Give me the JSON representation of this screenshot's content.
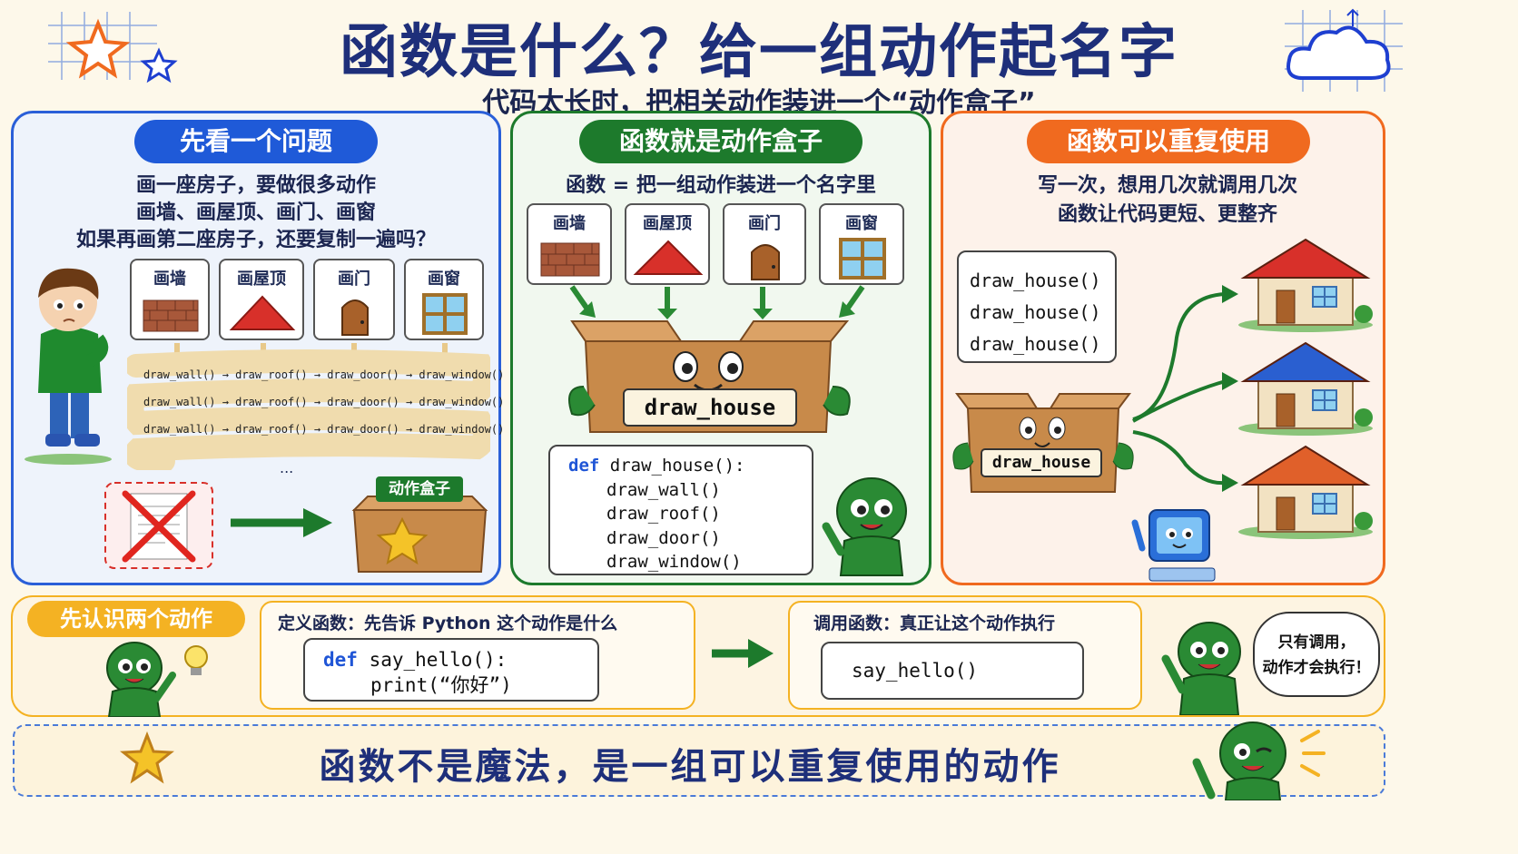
{
  "title": "函数是什么？给一组动作起名字",
  "subtitle": "代码太长时，把相关动作装进一个“动作盒子”",
  "colors": {
    "blue": "#1f5ad8",
    "green": "#1d7a2c",
    "orange": "#f06a1f",
    "gold": "#f4b223",
    "navy": "#1e2f7a"
  },
  "panel_problem": {
    "heading": "先看一个问题",
    "lines": [
      "画一座房子，要做很多动作",
      "画墙、画屋顶、画门、画窗",
      "如果再画第二座房子，还要复制一遍吗？"
    ],
    "cards": [
      "画墙",
      "画屋顶",
      "画门",
      "画窗"
    ],
    "chain_rows": [
      "draw_wall() → draw_roof() → draw_door() → draw_window()",
      "draw_wall() → draw_roof() → draw_door() → draw_window()",
      "draw_wall() → draw_roof() → draw_door() → draw_window()"
    ],
    "ellipsis": "...",
    "box_label": "动作盒子"
  },
  "panel_box": {
    "heading": "函数就是动作盒子",
    "formula": "函数 = 把一组动作装进一个名字里",
    "cards": [
      "画墙",
      "画屋顶",
      "画门",
      "画窗"
    ],
    "box_label": "draw_house",
    "code_lines": [
      {
        "kw": "def",
        "text": " draw_house():"
      },
      {
        "kw": "",
        "text": "draw_wall()"
      },
      {
        "kw": "",
        "text": "draw_roof()"
      },
      {
        "kw": "",
        "text": "draw_door()"
      },
      {
        "kw": "",
        "text": "draw_window()"
      }
    ]
  },
  "panel_reuse": {
    "heading": "函数可以重复使用",
    "lines": [
      "写一次，想用几次就调用几次",
      "函数让代码更短、更整齐"
    ],
    "calls": [
      "draw_house()",
      "draw_house()",
      "draw_house()"
    ],
    "box_label": "draw_house",
    "roof_colors": [
      "#d8302a",
      "#2a5fd0",
      "#e0602a"
    ]
  },
  "bottom": {
    "tag": "先认识两个动作",
    "define": {
      "heading": "定义函数：先告诉 Python 这个动作是什么",
      "kw": "def",
      "line1": " say_hello():",
      "line2": "print(“你好”)"
    },
    "call": {
      "heading": "调用函数：真正让这个动作执行",
      "code": "say_hello()"
    },
    "bubble": [
      "只有调用，",
      "动作才会执行！"
    ]
  },
  "banner": {
    "text": "函数不是魔法，是一组可以重复使用的动作"
  }
}
